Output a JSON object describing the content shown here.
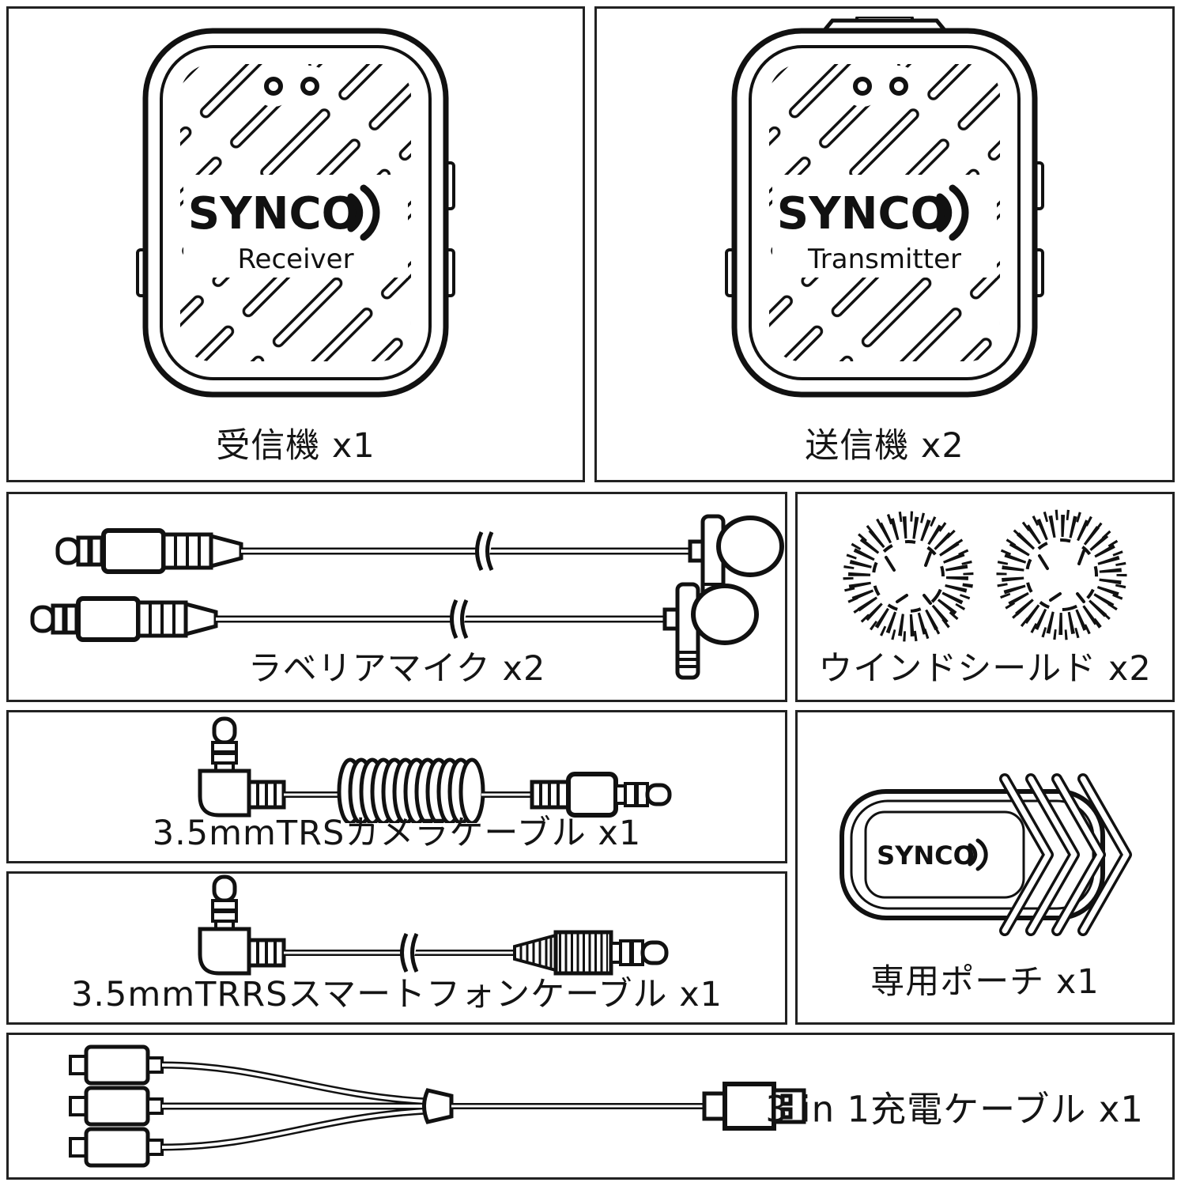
{
  "brand": "SYNCO",
  "panels": {
    "receiver": {
      "device_label": "Receiver",
      "caption": "受信機 x1"
    },
    "transmitter": {
      "device_label": "Transmitter",
      "caption": "送信機 x2"
    },
    "lavalier_mic": {
      "caption": "ラベリアマイク x2"
    },
    "windshield": {
      "caption": "ウインドシールド x2"
    },
    "trs_camera_cable": {
      "caption": "3.5mmTRSカメラケーブル x1"
    },
    "trrs_smartphone_cable": {
      "caption": "3.5mmTRRSスマートフォンケーブル x1"
    },
    "pouch": {
      "caption": "専用ポーチ x1"
    },
    "charging_cable": {
      "caption": "3 in 1充電ケーブル x1"
    }
  },
  "colors": {
    "line": "#111111",
    "panel_border": "#222222",
    "background": "#ffffff"
  }
}
